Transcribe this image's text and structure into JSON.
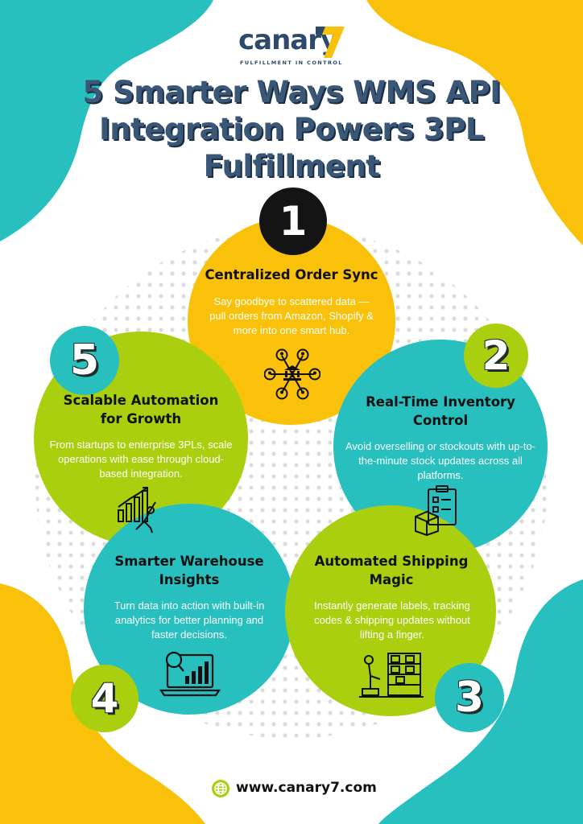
{
  "brand": {
    "name": "canary",
    "tagline": "FULFILLMENT IN CONTROL",
    "accent_color": "#f9c10a",
    "navy_color": "#2e4a6b"
  },
  "title": "5 Smarter Ways WMS API Integration Powers 3PL Fulfillment",
  "colors": {
    "yellow": "#f9c10a",
    "green": "#a9cf0e",
    "teal": "#28bfbf",
    "black": "#141414"
  },
  "steps": [
    {
      "number": "1",
      "heading": "Centralized Order Sync",
      "text": "Say goodbye to scattered data — pull orders from Amazon, Shopify & more into one smart hub.",
      "icon": "network-hub-icon"
    },
    {
      "number": "2",
      "heading": "Real-Time Inventory Control",
      "text": "Avoid overselling or stockouts with up-to-the-minute stock updates across all platforms.",
      "icon": "inventory-clipboard-icon"
    },
    {
      "number": "3",
      "heading": "Automated Shipping Magic",
      "text": "Instantly generate labels, tracking codes & shipping updates without lifting a finger.",
      "icon": "robot-warehouse-icon"
    },
    {
      "number": "4",
      "heading": "Smarter Warehouse Insights",
      "text": "Turn data into action with built-in analytics for better planning and faster decisions.",
      "icon": "analytics-laptop-icon"
    },
    {
      "number": "5",
      "heading": "Scalable Automation for Growth",
      "text": "From startups to enterprise 3PLs, scale operations with ease through cloud-based integration.",
      "icon": "growth-chart-person-icon"
    }
  ],
  "footer": {
    "url": "www.canary7.com",
    "icon": "globe-icon"
  }
}
